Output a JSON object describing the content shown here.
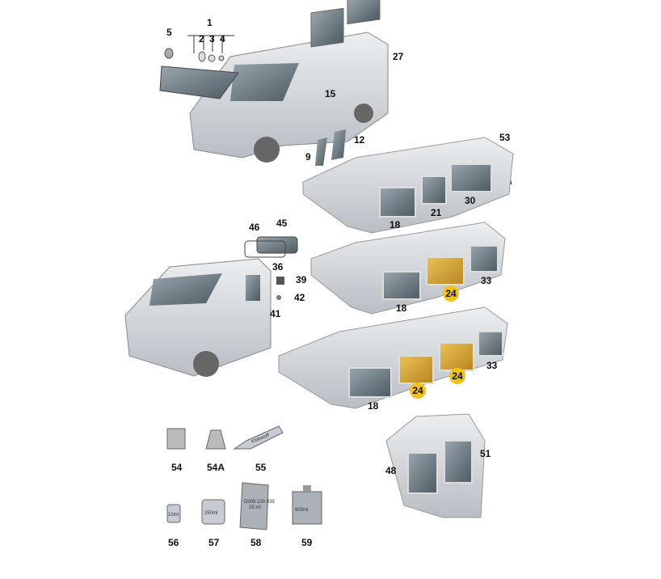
{
  "highlight_color": "#f2c21b",
  "labels": {
    "l1": "1",
    "l2": "2",
    "l3": "3",
    "l4": "4",
    "l5": "5",
    "l27": "27",
    "l15": "15",
    "l9": "9",
    "l12": "12",
    "l53": "53",
    "l18a": "18",
    "l21": "21",
    "l30": "30",
    "l46": "46",
    "l45": "45",
    "l36": "36",
    "l39": "39",
    "l42": "42",
    "l41": "41",
    "l18b": "18",
    "l24a": "24",
    "l33a": "33",
    "l18c": "18",
    "l24b": "24",
    "l24c": "24",
    "l33b": "33",
    "l54": "54",
    "l54a": "54A",
    "l55": "55",
    "l56": "56",
    "l57": "57",
    "l58": "58",
    "l59": "59",
    "l48": "48",
    "l51": "51"
  },
  "product_text": {
    "tube": "Klebstoff",
    "bottle_small": "10ml",
    "can": "250ml",
    "bag": "D009 100 039",
    "bag2": "25 ml",
    "box": "900ml"
  }
}
